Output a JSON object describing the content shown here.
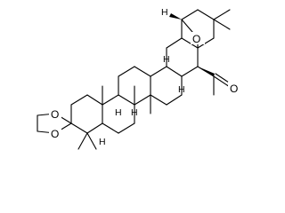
{
  "structure": {
    "atoms": {
      "o_dioxolane_top": "O",
      "o_dioxolane_bottom": "O",
      "o_ether_bridge": "O",
      "o_ketone": "O",
      "h_5": "H",
      "h_8": "H",
      "h_9": "H",
      "h_13": "H",
      "h_18": "H",
      "h_19": "H"
    }
  }
}
